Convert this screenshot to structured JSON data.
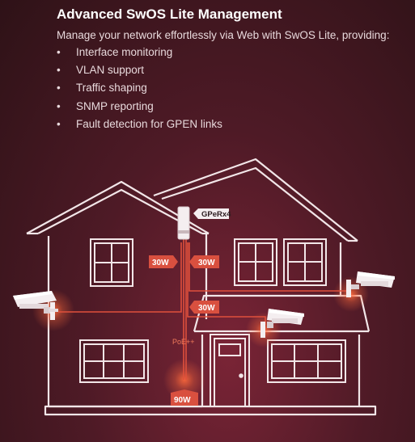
{
  "header": {
    "title": "Advanced SwOS Lite Management",
    "subtitle": "Manage your network effortlessly via Web with SwOS Lite, providing:"
  },
  "features": [
    "Interface monitoring",
    "VLAN support",
    "Traffic shaping",
    "SNMP reporting",
    "Fault detection for GPEN links"
  ],
  "diagram": {
    "device_label": "GPeRx4",
    "poe_label": "PoE++",
    "power_labels": {
      "left_camera": "30W",
      "right_camera": "30W",
      "porch_camera": "30W",
      "input": "90W"
    }
  },
  "colors": {
    "accent": "#e0503c",
    "line": "#f2e6e8",
    "glow": "#ff6a3c"
  }
}
